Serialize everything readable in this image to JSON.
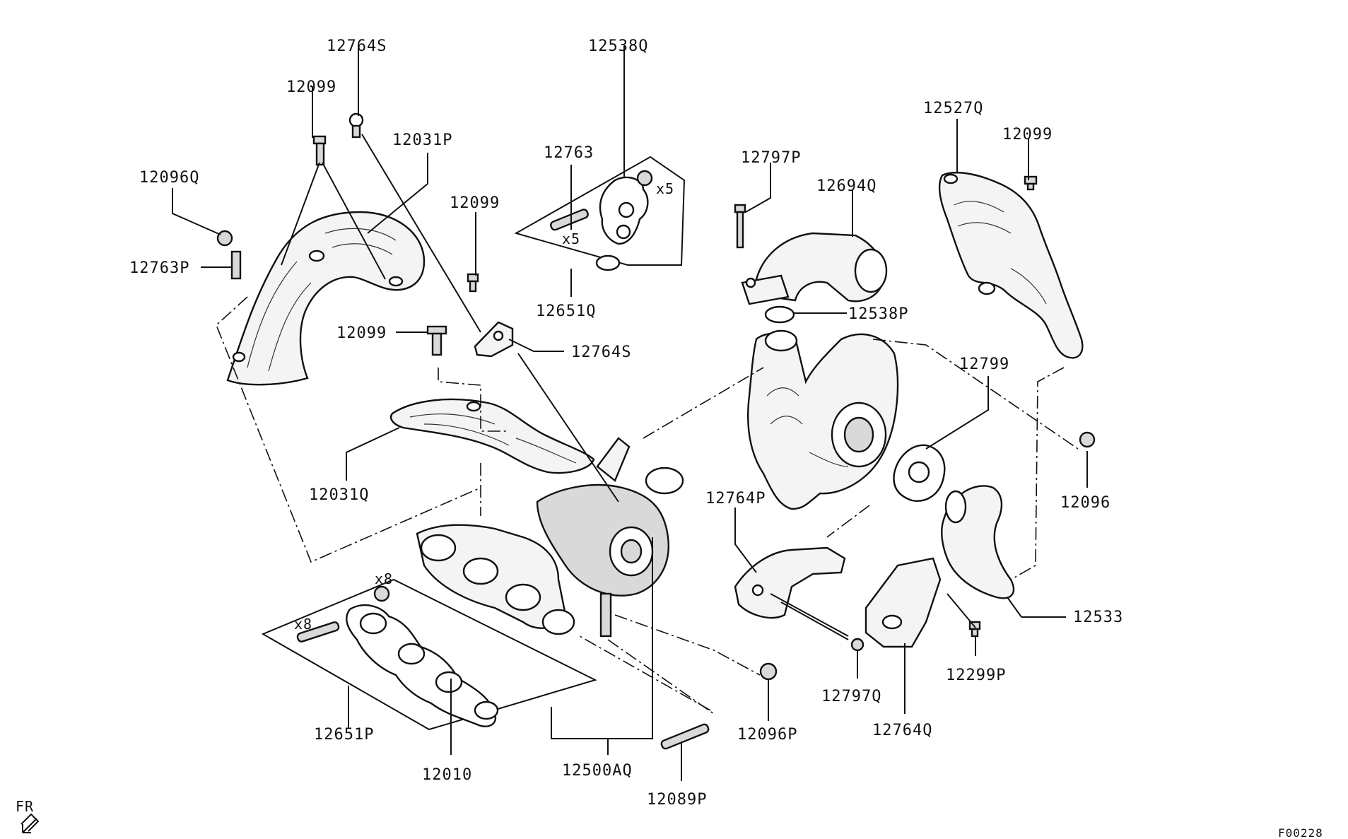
{
  "diagram": {
    "labels": [
      "12764S",
      "12099",
      "12031P",
      "12538Q",
      "12096Q",
      "12763",
      "12763P",
      "12099",
      "12651Q",
      "12764S",
      "12099",
      "12797P",
      "12694Q",
      "12538P",
      "12527Q",
      "12099",
      "12799",
      "12096",
      "12031Q",
      "12764P",
      "12533",
      "12299P",
      "12797Q",
      "12764Q",
      "12096P",
      "12651P",
      "12010",
      "12500AQ",
      "12089P"
    ],
    "quantities": [
      "x5",
      "x5",
      "x8",
      "x8"
    ],
    "direction": "FR",
    "figure_code": "F00228"
  }
}
